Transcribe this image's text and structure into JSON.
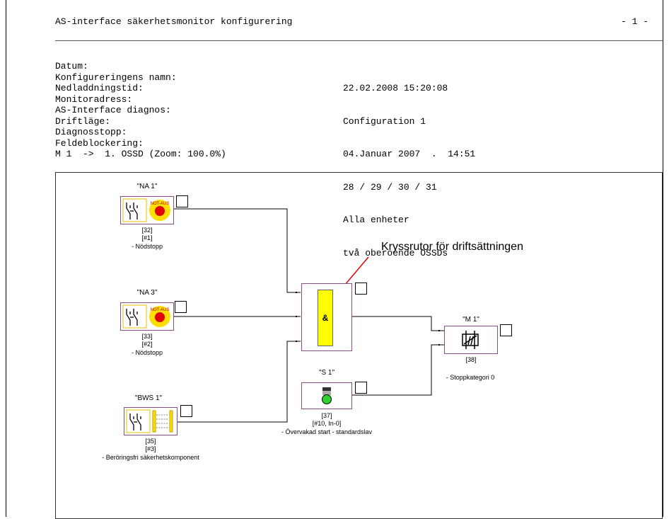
{
  "header": {
    "title": "AS-interface säkerhetsmonitor konfigurering",
    "page": "- 1 -"
  },
  "info": [
    {
      "label": "Datum:",
      "value": "22.02.2008 15:20:08"
    },
    {
      "label": "Konfigureringens namn:",
      "value": "Configuration 1"
    },
    {
      "label": "Nedladdningstid:",
      "value": "04.Januar 2007  .  14:51"
    },
    {
      "label": "Monitoradress:",
      "value": "28 / 29 / 30 / 31"
    },
    {
      "label": "AS-Interface diagnos:",
      "value": "Alla enheter"
    },
    {
      "label": "Driftläge:",
      "value": "två oberoende OSSDs"
    },
    {
      "label": "Diagnosstopp:",
      "value": "-"
    },
    {
      "label": "Feldeblockering:",
      "value": "-"
    }
  ],
  "circuit_line": "M 1  ->  1. OSSD (Zoom: 100.0%)",
  "diagram": {
    "na1": {
      "name": "\"NA 1\"",
      "id": "[32]",
      "sub": "[#1]",
      "desc": "- Nödstopp"
    },
    "na3": {
      "name": "\"NA 3\"",
      "id": "[33]",
      "sub": "[#2]",
      "desc": "- Nödstopp"
    },
    "bws1": {
      "name": "\"BWS 1\"",
      "id": "[35]",
      "sub": "[#3]",
      "desc": "- Beröringsfri säkerhetskomponent"
    },
    "and_gate": {
      "symbol": "&"
    },
    "s1": {
      "name": "\"S 1\"",
      "id": "[37]",
      "sub": "[#10, In-0]",
      "desc": "- Övervakad start - standardslav"
    },
    "m1": {
      "name": "\"M 1\"",
      "id": "[38]",
      "desc": "- Stoppkategori 0"
    },
    "annotation": "Kryssrutor för driftsättningen",
    "colors": {
      "gate_fill": "#ffff00",
      "block_border": "#8a4f8a",
      "annotation_line": "#e00000",
      "estop_red": "#e00000",
      "estop_yellow": "#ffde00",
      "start_green": "#2fd02f"
    }
  }
}
